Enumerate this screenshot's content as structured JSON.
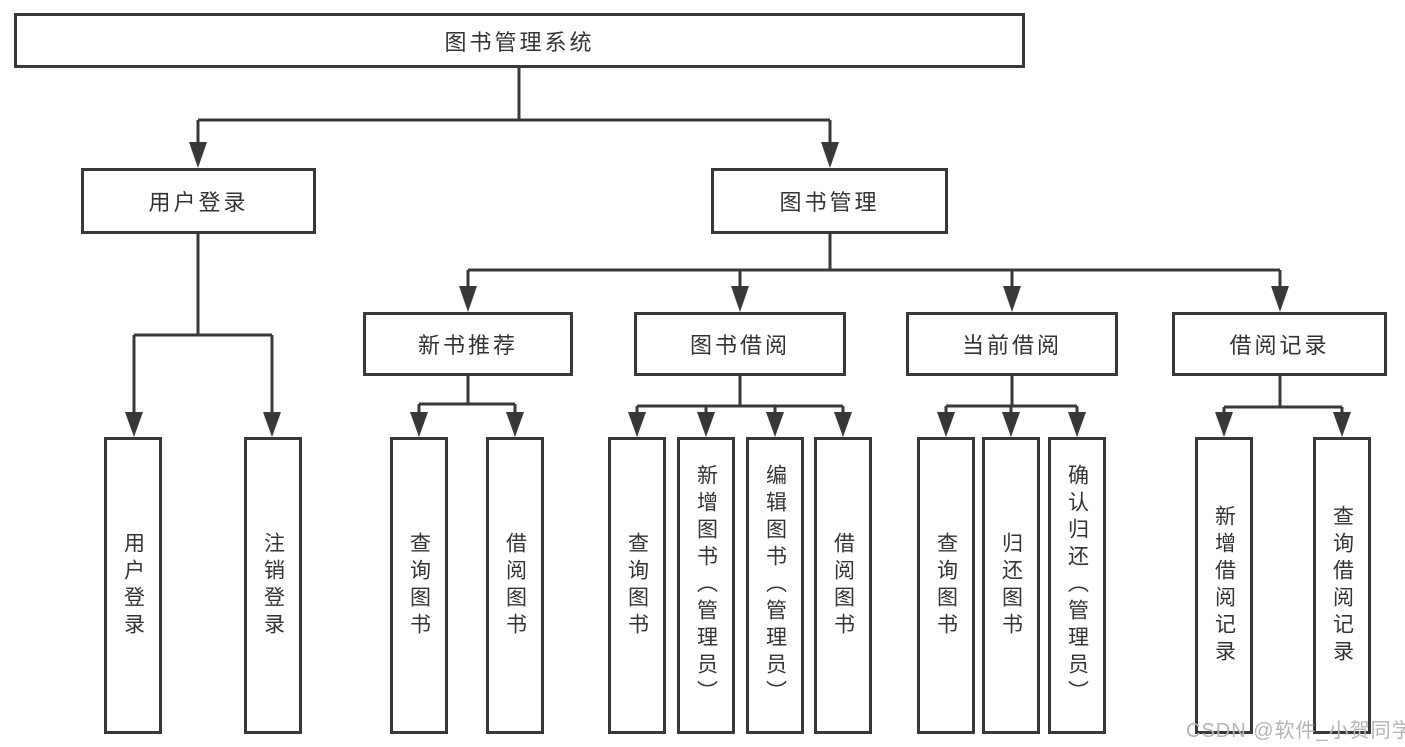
{
  "diagram": {
    "root": {
      "label": "图书管理系统"
    },
    "level2": [
      {
        "id": "user-login",
        "label": "用户登录"
      },
      {
        "id": "book-management",
        "label": "图书管理"
      }
    ],
    "level3": [
      {
        "id": "new-book-recommend",
        "parent": "book-management",
        "label": "新书推荐"
      },
      {
        "id": "book-borrowing",
        "parent": "book-management",
        "label": "图书借阅"
      },
      {
        "id": "current-borrowing",
        "parent": "book-management",
        "label": "当前借阅"
      },
      {
        "id": "borrowing-records",
        "parent": "book-management",
        "label": "借阅记录"
      }
    ],
    "leaves": [
      {
        "parent": "user-login",
        "label": "用户登录"
      },
      {
        "parent": "user-login",
        "label": "注销登录"
      },
      {
        "parent": "new-book-recommend",
        "label": "查询图书"
      },
      {
        "parent": "new-book-recommend",
        "label": "借阅图书"
      },
      {
        "parent": "book-borrowing",
        "label": "查询图书"
      },
      {
        "parent": "book-borrowing",
        "label": "新增图书（管理员）"
      },
      {
        "parent": "book-borrowing",
        "label": "编辑图书（管理员）"
      },
      {
        "parent": "book-borrowing",
        "label": "借阅图书"
      },
      {
        "parent": "current-borrowing",
        "label": "查询图书"
      },
      {
        "parent": "current-borrowing",
        "label": "归还图书"
      },
      {
        "parent": "current-borrowing",
        "label": "确认归还（管理员）"
      },
      {
        "parent": "borrowing-records",
        "label": "新增借阅记录"
      },
      {
        "parent": "borrowing-records",
        "label": "查询借阅记录"
      }
    ],
    "watermark": "CSDN @软件_小贺同学",
    "colors": {
      "line": "#383838",
      "border": "#383838",
      "text": "#333333",
      "watermark": "#b4b4b7",
      "background": "#ffffff"
    }
  }
}
